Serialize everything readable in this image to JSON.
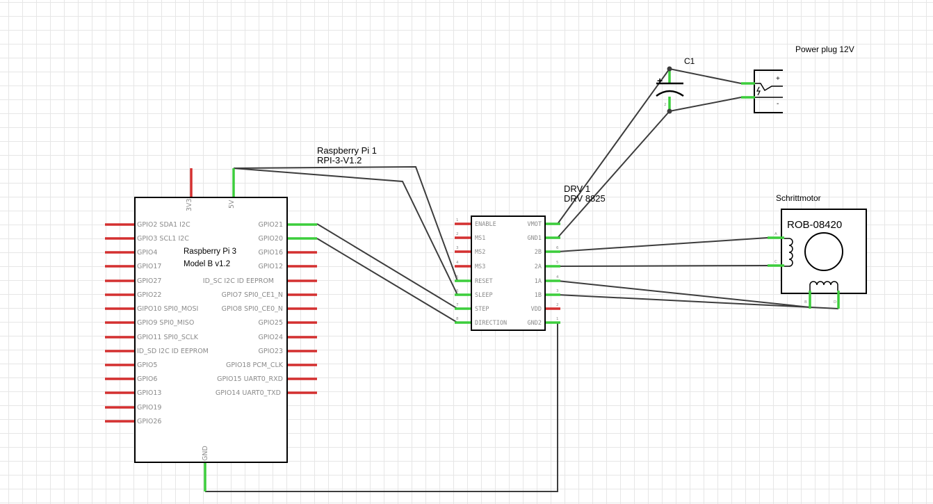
{
  "rpi": {
    "ref": "Raspberry Pi 1",
    "part": "RPI-3-V1.2",
    "title_line1": "Raspberry Pi 3",
    "title_line2": "Model B v1.2",
    "top_pins": [
      "3V3",
      "5V"
    ],
    "bottom_pin": "GND",
    "left_pins": [
      "GPIO2 SDA1 I2C",
      "GPIO3 SCL1 I2C",
      "GPIO4",
      "GPIO17",
      "GPIO27",
      "GPIO22",
      "GIPO10 SPI0_MOSI",
      "GPIO9 SPI0_MISO",
      "GPIO11 SPI0_SCLK",
      "ID_SD I2C ID EEPROM",
      "GPIO5",
      "GPIO6",
      "GPIO13",
      "GPIO19",
      "GPIO26"
    ],
    "right_pins": [
      "GPIO21",
      "GPIO20",
      "GPIO16",
      "GPIO12",
      "ID_SC I2C ID EEPROM",
      "GPIO7 SPI0_CE1_N",
      "GPIO8 SPI0_CE0_N",
      "GPIO25",
      "GPIO24",
      "GPIO23",
      "GPIO18 PCM_CLK",
      "GPIO15 UART0_RXD",
      "GPIO14 UART0_TXD"
    ]
  },
  "drv": {
    "ref": "DRV 1",
    "part": "DRV 8825",
    "left_pins": [
      "ENABLE",
      "MS1",
      "MS2",
      "MS3",
      "RESET",
      "SLEEP",
      "STEP",
      "DIRECTION"
    ],
    "left_nums": [
      "1",
      "2",
      "3",
      "4",
      "5",
      "6",
      "7",
      "8"
    ],
    "right_pins": [
      "VMOT",
      "GND1",
      "2B",
      "2A",
      "1A",
      "1B",
      "VDD",
      "GND2"
    ],
    "right_nums": [
      "",
      "",
      "6",
      "5",
      "4",
      "3",
      "2",
      "1"
    ]
  },
  "cap": {
    "ref": "C1",
    "plus": "+",
    "pin_label": "2"
  },
  "power": {
    "label": "Power plug 12V",
    "plus": "+",
    "minus": "-"
  },
  "motor": {
    "title": "Schrittmotor",
    "part": "ROB-08420",
    "pin_labels": [
      "A",
      "C",
      "B",
      "D"
    ]
  },
  "colors": {
    "wire": "#3c3c3c",
    "pin_unconnected": "#d43030",
    "pin_connected": "#3ccd3c",
    "grid": "#e6e6e6"
  }
}
